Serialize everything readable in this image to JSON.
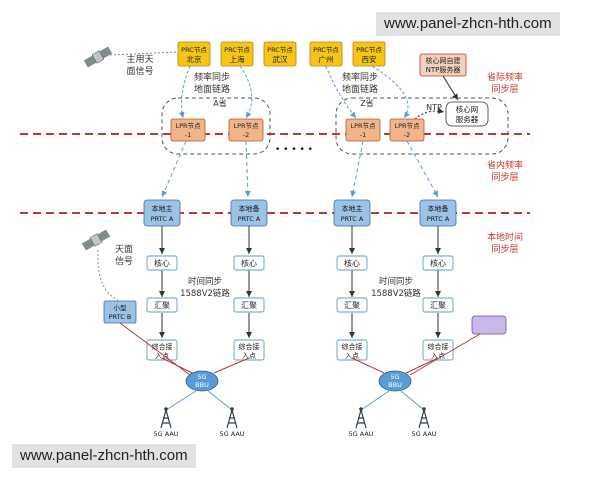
{
  "watermark": {
    "top": "www.panel-zhcn-hth.com",
    "bottom": "www.panel-zhcn-hth.com"
  },
  "colors": {
    "prc_fill": "#f5c518",
    "lpr_fill": "#f2b48a",
    "local_fill": "#9cc3e6",
    "dashed_red": "#c0392b",
    "link_blue": "#5b9bd5",
    "layer_label_red": "#c0392b"
  },
  "layers": {
    "international": [
      "省际频率",
      "同步层"
    ],
    "provincial": [
      "省内频率",
      "同步层"
    ],
    "local": [
      "本地时间",
      "同步层"
    ]
  },
  "prc_nodes": [
    {
      "line1": "PRC节点",
      "line2": "北京"
    },
    {
      "line1": "PRC节点",
      "line2": "上海"
    },
    {
      "line1": "PRC节点",
      "line2": "武汉"
    },
    {
      "line1": "PRC节点",
      "line2": "广州"
    },
    {
      "line1": "PRC节点",
      "line2": "西安"
    }
  ],
  "ntp_server_self": {
    "line1": "核心网自建",
    "line2": "NTP服务器"
  },
  "core_server": {
    "line1": "核心网",
    "line2": "服务器"
  },
  "ntp_label": "NTP",
  "sky_signal_top": [
    "主用天",
    "面信号"
  ],
  "sky_signal_left": [
    "天面",
    "信号"
  ],
  "freq_link_left": [
    "频率同步",
    "地面链路"
  ],
  "freq_link_right": [
    "频率同步",
    "地面链路"
  ],
  "province_a": "A省",
  "province_z": "Z省",
  "ellipsis": "• • • • •",
  "lpr_nodes": [
    {
      "line1": "LPR节点",
      "line2": "-1"
    },
    {
      "line1": "LPR节点",
      "line2": "-2"
    },
    {
      "line1": "LPR节点",
      "line2": "-1"
    },
    {
      "line1": "LPR节点",
      "line2": "-2"
    }
  ],
  "local_nodes": [
    {
      "line1": "本地主",
      "line2": "PRTC A"
    },
    {
      "line1": "本地备",
      "line2": "PRTC A"
    },
    {
      "line1": "本地主",
      "line2": "PRTC A"
    },
    {
      "line1": "本地备",
      "line2": "PRTC A"
    }
  ],
  "core_label": "核心",
  "aggregation_label": "汇聚",
  "access_label": [
    "综合接",
    "入点"
  ],
  "time_link_left": [
    "时间同步",
    "1588V2链路"
  ],
  "time_link_right": [
    "时间同步",
    "1588V2链路"
  ],
  "small_prtc": [
    "小型",
    "PRTC B"
  ],
  "bbu_label": [
    "5G",
    "BBU"
  ],
  "aau_label": "5G AAU"
}
